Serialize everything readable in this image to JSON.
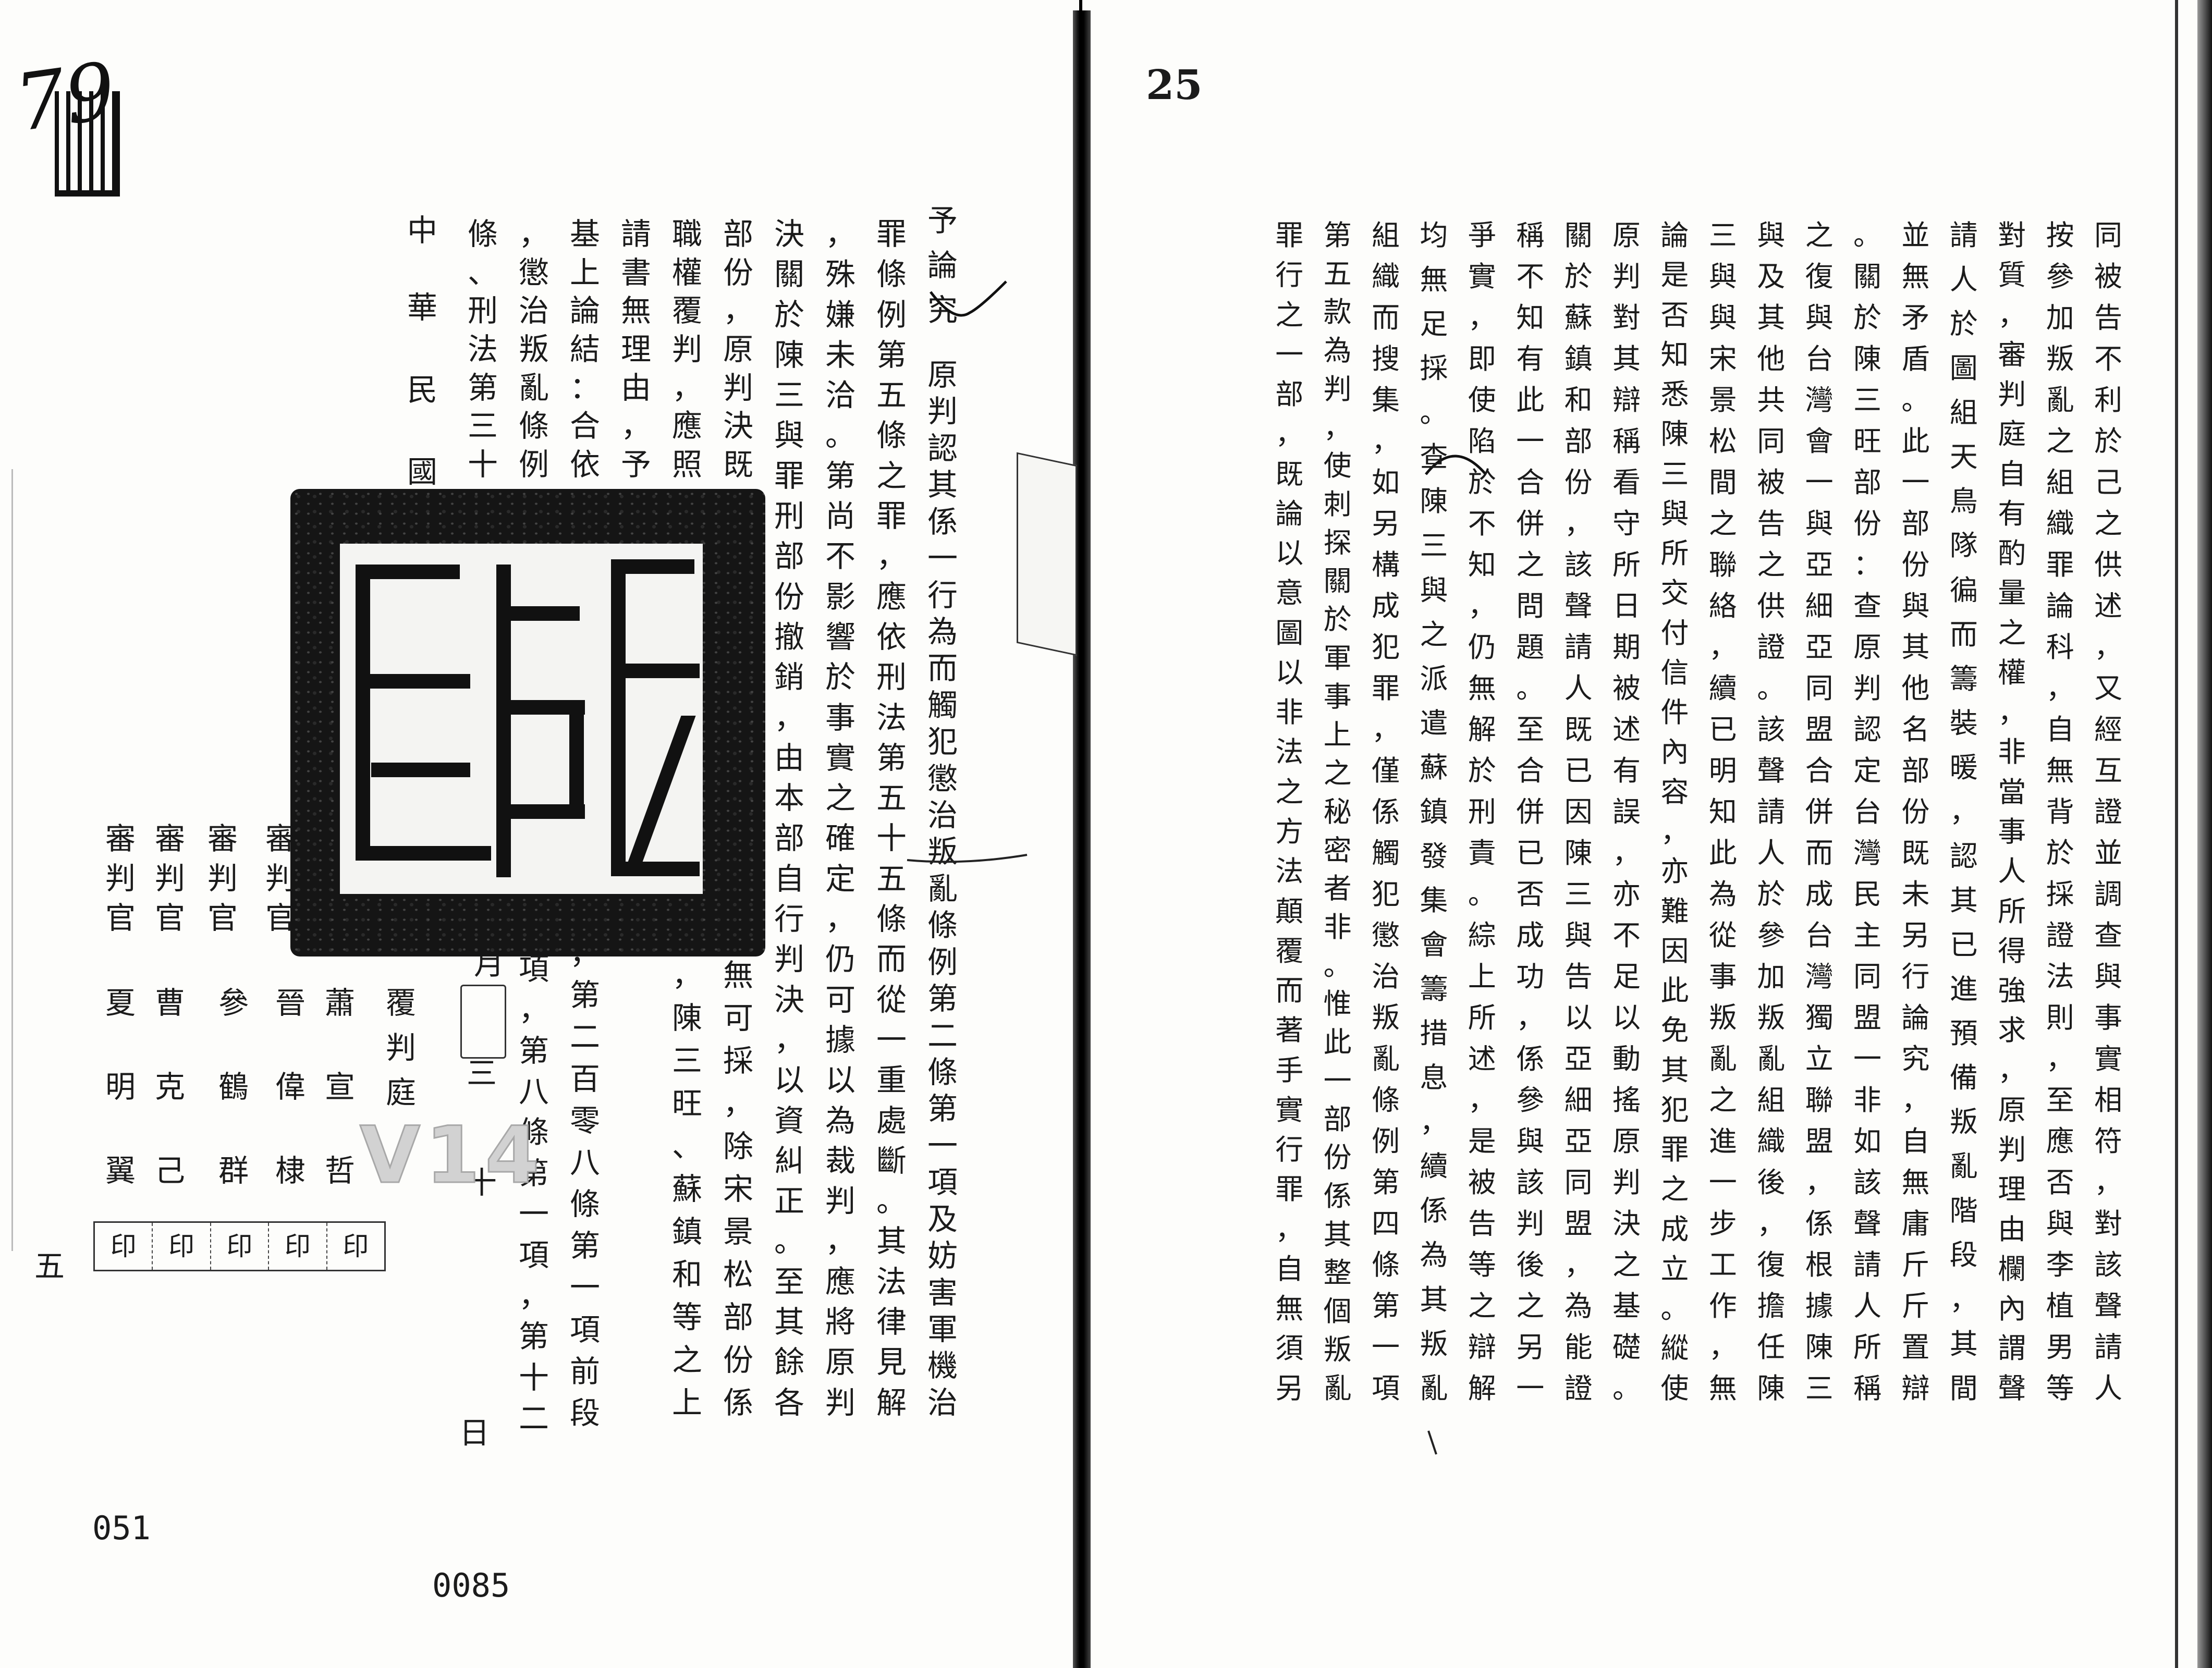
{
  "left_page": {
    "handwritten_number": "79",
    "columns": [
      [
        "予論究",
        "原判認其係一行為而觸犯懲治叛亂條例第二條第一項及妨害軍機治"
      ],
      [
        "罪條例第五條之罪，應依刑法第五十五條而從一重處斷。其法律見解"
      ],
      [
        "，殊嫌未洽。第尚不影響於事實之確定，仍可據以為裁判，應將原判"
      ],
      [
        "決關於陳三與罪刑部份撤銷，由本部自行判決，以資糾正。至其餘各"
      ],
      [
        "部份，原判決既",
        "又無可採，除宋景松部份係"
      ],
      [
        "職權覆判，應照",
        "雖，陳三旺、蘇鎮和等之上"
      ],
      [
        "請書無理由，予"
      ],
      [
        "基上論結：合依",
        "，第二百零八條第一項前段"
      ],
      [
        "，懲治叛亂條例",
        "項，第八條第一項，第十二"
      ],
      [
        "條、刑法第三十"
      ]
    ],
    "date": {
      "era": [
        "中",
        "華",
        "民",
        "國"
      ],
      "month_label": "月",
      "day_value": [
        "三",
        "十"
      ],
      "day_label": "日"
    },
    "signatures": {
      "court": "覆判庭",
      "title": "審判官",
      "judges": [
        "蕭宣哲",
        "晉偉棣",
        "參鶴群",
        "曹克己",
        "夏明翼"
      ],
      "seal_label": "印"
    },
    "margin_mark": "五",
    "archive_number": "051",
    "folio_number": "0085",
    "watermark": "V14"
  },
  "right_page": {
    "page_number": "25",
    "columns": [
      "同被告不利於己之供述，又經互證並調查與事實相符，對該聲請人",
      "按參加叛亂之組織罪論科，自無背於採證法則，至應否與李植男等",
      "對質，審判庭自有酌量之權，非當事人所得強求，原判理由欄內謂聲",
      "請人於圖組天鳥隊徧而籌裝暖，認其已進預備叛亂階段，其間",
      "並無矛盾。此一部份與其他名部份既未另行論究，自無庸斤斤置辯",
      "。關於陳三旺部份：查原判認定台灣民主同盟一非如該聲請人所稱",
      "之復與台灣會一與亞細亞同盟合併而成台灣獨立聯盟，係根據陳三",
      "與及其他共同被告之供證。該聲請人於參加叛亂組織後，復擔任陳",
      "三與與宋景松間之聯絡，續已明知此為從事叛亂之進一步工作，無",
      "論是否知悉陳三與所交付信件內容，亦難因此免其犯罪之成立。縱使",
      "原判對其辯稱看守所日期被述有誤，亦不足以動搖原判決之基礎。",
      "關於蘇鎮和部份，該聲請人既已因陳三與告以亞細亞同盟，為能證",
      "稱不知有此一合併之問題。至合併已否成功，係參與該判後之另一",
      "爭實，即使陷於不知，仍無解於刑責。綜上所述，是被告等之辯解",
      "均無足採。查陳三與之派遣蘇鎮發集會籌措息，續係為其叛亂",
      "組織而搜集，如另構成犯罪，僅係觸犯懲治叛亂條例第四條第一項",
      "第五款為判，使刺探關於軍事上之秘密者非。惟此一部份係其整個叛亂",
      "罪行之一部，既論以意圖以非法之方法顛覆而著手實行罪，自無須另"
    ]
  }
}
